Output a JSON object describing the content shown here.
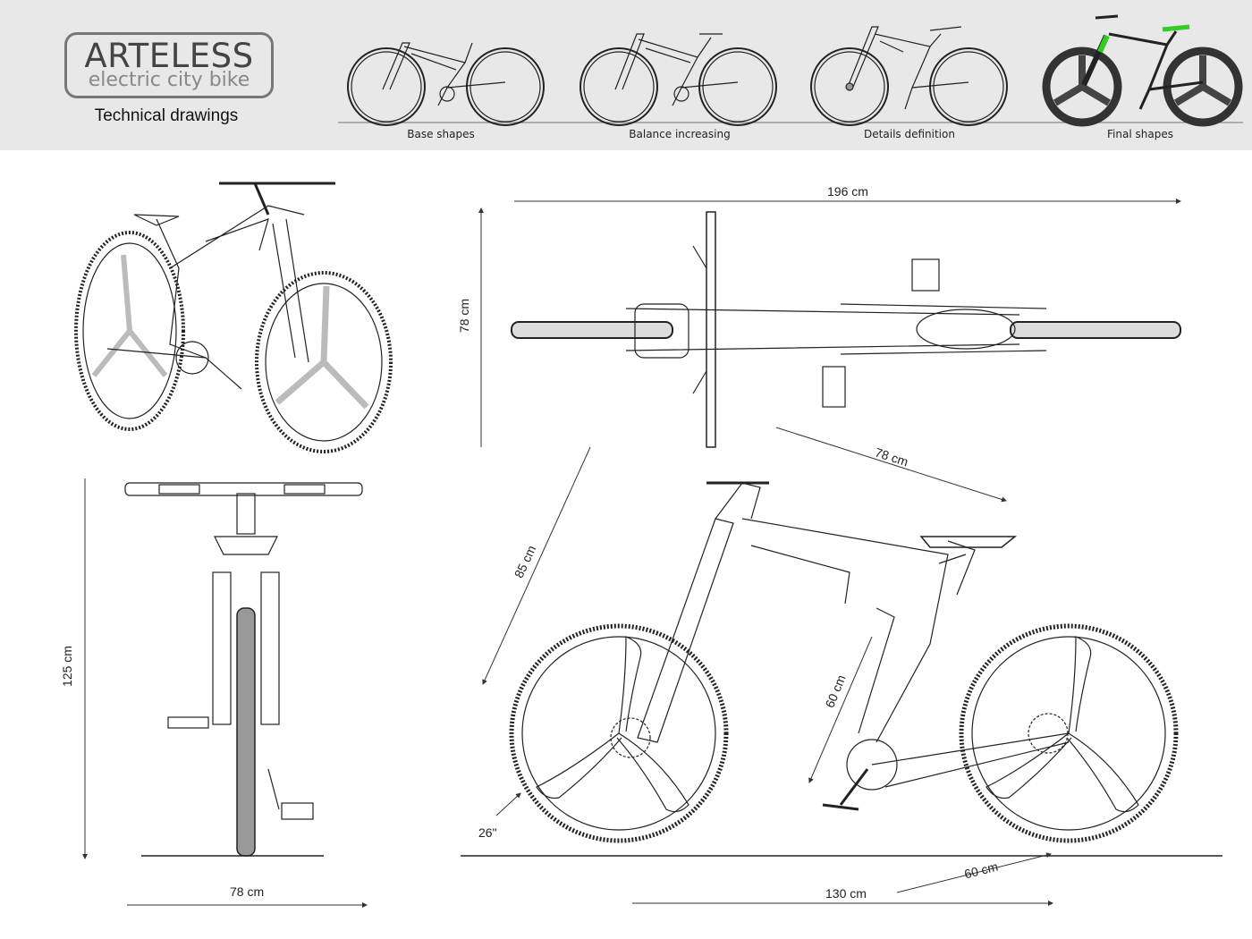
{
  "header": {
    "brand": "ARTELESS",
    "tagline": "electric city bike",
    "subtitle": "Technical drawings",
    "stages": [
      "Base shapes",
      "Balance increasing",
      "Details definition",
      "Final shapes"
    ]
  },
  "dimensions": {
    "top_length": "196 cm",
    "top_width": "78 cm",
    "diag_width": "78 cm",
    "diag_height": "85 cm",
    "front_height": "125 cm",
    "front_width": "78 cm",
    "frame_height": "60 cm",
    "wheel_size": "26\"",
    "wheelbase": "130 cm",
    "rear_length": "60 cm"
  },
  "colors": {
    "header_bg": "#e8e8e8",
    "accent_green": "#33cc22",
    "line": "#222222"
  }
}
